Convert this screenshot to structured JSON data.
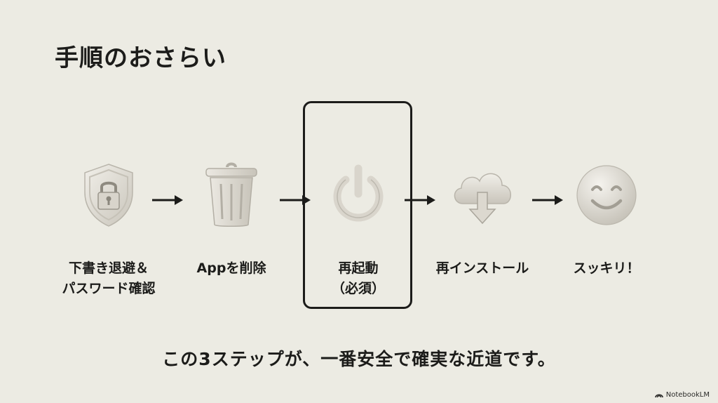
{
  "title": "手順のおさらい",
  "steps": [
    {
      "label": "下書き退避＆\nパスワード確認",
      "icon": "shield-lock-icon"
    },
    {
      "label": "Appを削除",
      "icon": "trash-can-icon"
    },
    {
      "label": "再起動\n（必須）",
      "icon": "power-icon"
    },
    {
      "label": "再インストール",
      "icon": "cloud-download-icon"
    },
    {
      "label": "スッキリ！",
      "icon": "smiley-face-icon"
    }
  ],
  "caption": "この3ステップが、一番安全で確実な近道です。",
  "brand": "NotebookLM",
  "colors": {
    "background": "#ecebe3",
    "text": "#1c1c1a",
    "icon": "#dcd9d1"
  }
}
